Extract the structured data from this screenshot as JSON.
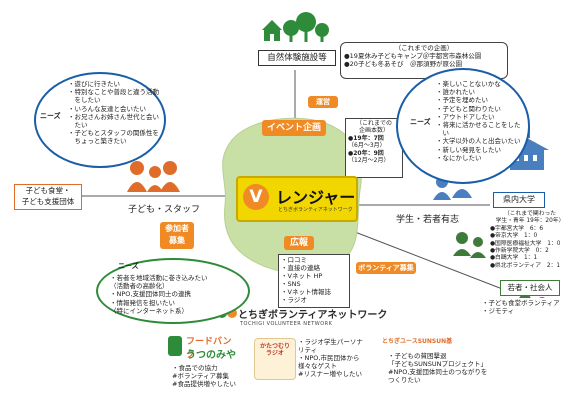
{
  "center": {
    "title": "レンジャー",
    "subtitle": "とちぎボランティアネットワーク",
    "letter": "V"
  },
  "pills": {
    "event": "イベント企画",
    "management": "運営",
    "participant_1": "参加者",
    "participant_2": "募集",
    "pr": "広報",
    "volunteer": "ボランティア募集"
  },
  "nature": {
    "title": "自然体験施設等",
    "past_label": "（これまでの企画）",
    "items": [
      "●19夏休み子どもキャンプ＠宇都宮市森林公園",
      "●20子ども冬あそび　＠那須野が原公園"
    ]
  },
  "event_count": {
    "heading": "（これまでの\n企画本数）",
    "y19": "●19年：7回",
    "y19_period": "（6月〜3月）",
    "y20": "●20年：9回",
    "y20_period": "（12月〜2月）"
  },
  "pr_box": {
    "items": [
      "・口コミ",
      "・直接の連絡",
      "・Vネット HP",
      "・SNS",
      "・Vネット情報誌",
      "・ラジオ"
    ]
  },
  "left": {
    "org": "子ども食堂・\n子ども支援団体",
    "edge_label": "子ども・スタッフ",
    "needs_label": "ニーズ",
    "needs_items": [
      "・遊びに行きたい",
      "・特別なことや普段と違う活動\n　をしたい",
      "・いろんな友達と会いたい",
      "・お兄さんお姉さん世代と会い\n　たい",
      "・子どもとスタッフの関係性を\n　ちょっと築きたい"
    ]
  },
  "right": {
    "org": "県内大学",
    "edge_label": "学生・若者有志",
    "needs_label": "ニーズ",
    "needs_items": [
      "・楽しいことないかな",
      "・誰かれたい",
      "・予定を埋めたい",
      "・子どもと関わりたい",
      "・アウトドアしたい",
      "・将来に活かせることをした\n　い",
      "・大学以外の人と出会いたい",
      "・新しい発見をしたい",
      "・なにかしたい"
    ],
    "univ_heading": "（これまで関わった\n学生・青年 19年：20年）",
    "univ_items": [
      "●宇都宮大学　6：6",
      "●帝京大学　1：0",
      "●国際医療福祉大学　1：0",
      "●作新学院大学　0：2",
      "●白鷗大学　1：1",
      "●県北ボランティア　2：1"
    ],
    "adult_org": "若者・社会人",
    "adult_items": [
      "・子ども食堂ボランティア",
      "・ジモティ"
    ]
  },
  "bottom_left": {
    "needs_label": "ニーズ",
    "items": [
      "・若者を地域活動に巻き込みたい\n（活動者の高齢化）",
      "・NPO,支援団体同士の連携",
      "・情報発信を担いたい\n（特にインターネット系）"
    ]
  },
  "network_logo": {
    "title": "とちぎボランティアネットワーク",
    "subtitle": "TOCHIGI VOLUNTEER NETWORK"
  },
  "foodbank": {
    "line1": "フードバンク",
    "line2": "うつのみや",
    "items": [
      "・食品での協力",
      "#ボランティア募集",
      "#食品提供増やしたい"
    ]
  },
  "radio": {
    "logo_text": "かたつむりラジオ",
    "items": [
      "・ラジオ学生パーソナ\nリティ",
      "・NPO,市民団体から\n様々なゲスト",
      "#リスナー増やしたい"
    ]
  },
  "sunsun": {
    "logo_text": "とちぎユースSUNSUN基金",
    "items": [
      "・子どもの貧困撃退\n「子どもSUNSUNプロジェクト」",
      "#NPO,支援団体同士のつながりを\nつくりたい"
    ]
  },
  "colors": {
    "orange": "#f08a24",
    "blue": "#1a5ea8",
    "green": "#2e8b3a",
    "yellow": "#f2d600"
  }
}
